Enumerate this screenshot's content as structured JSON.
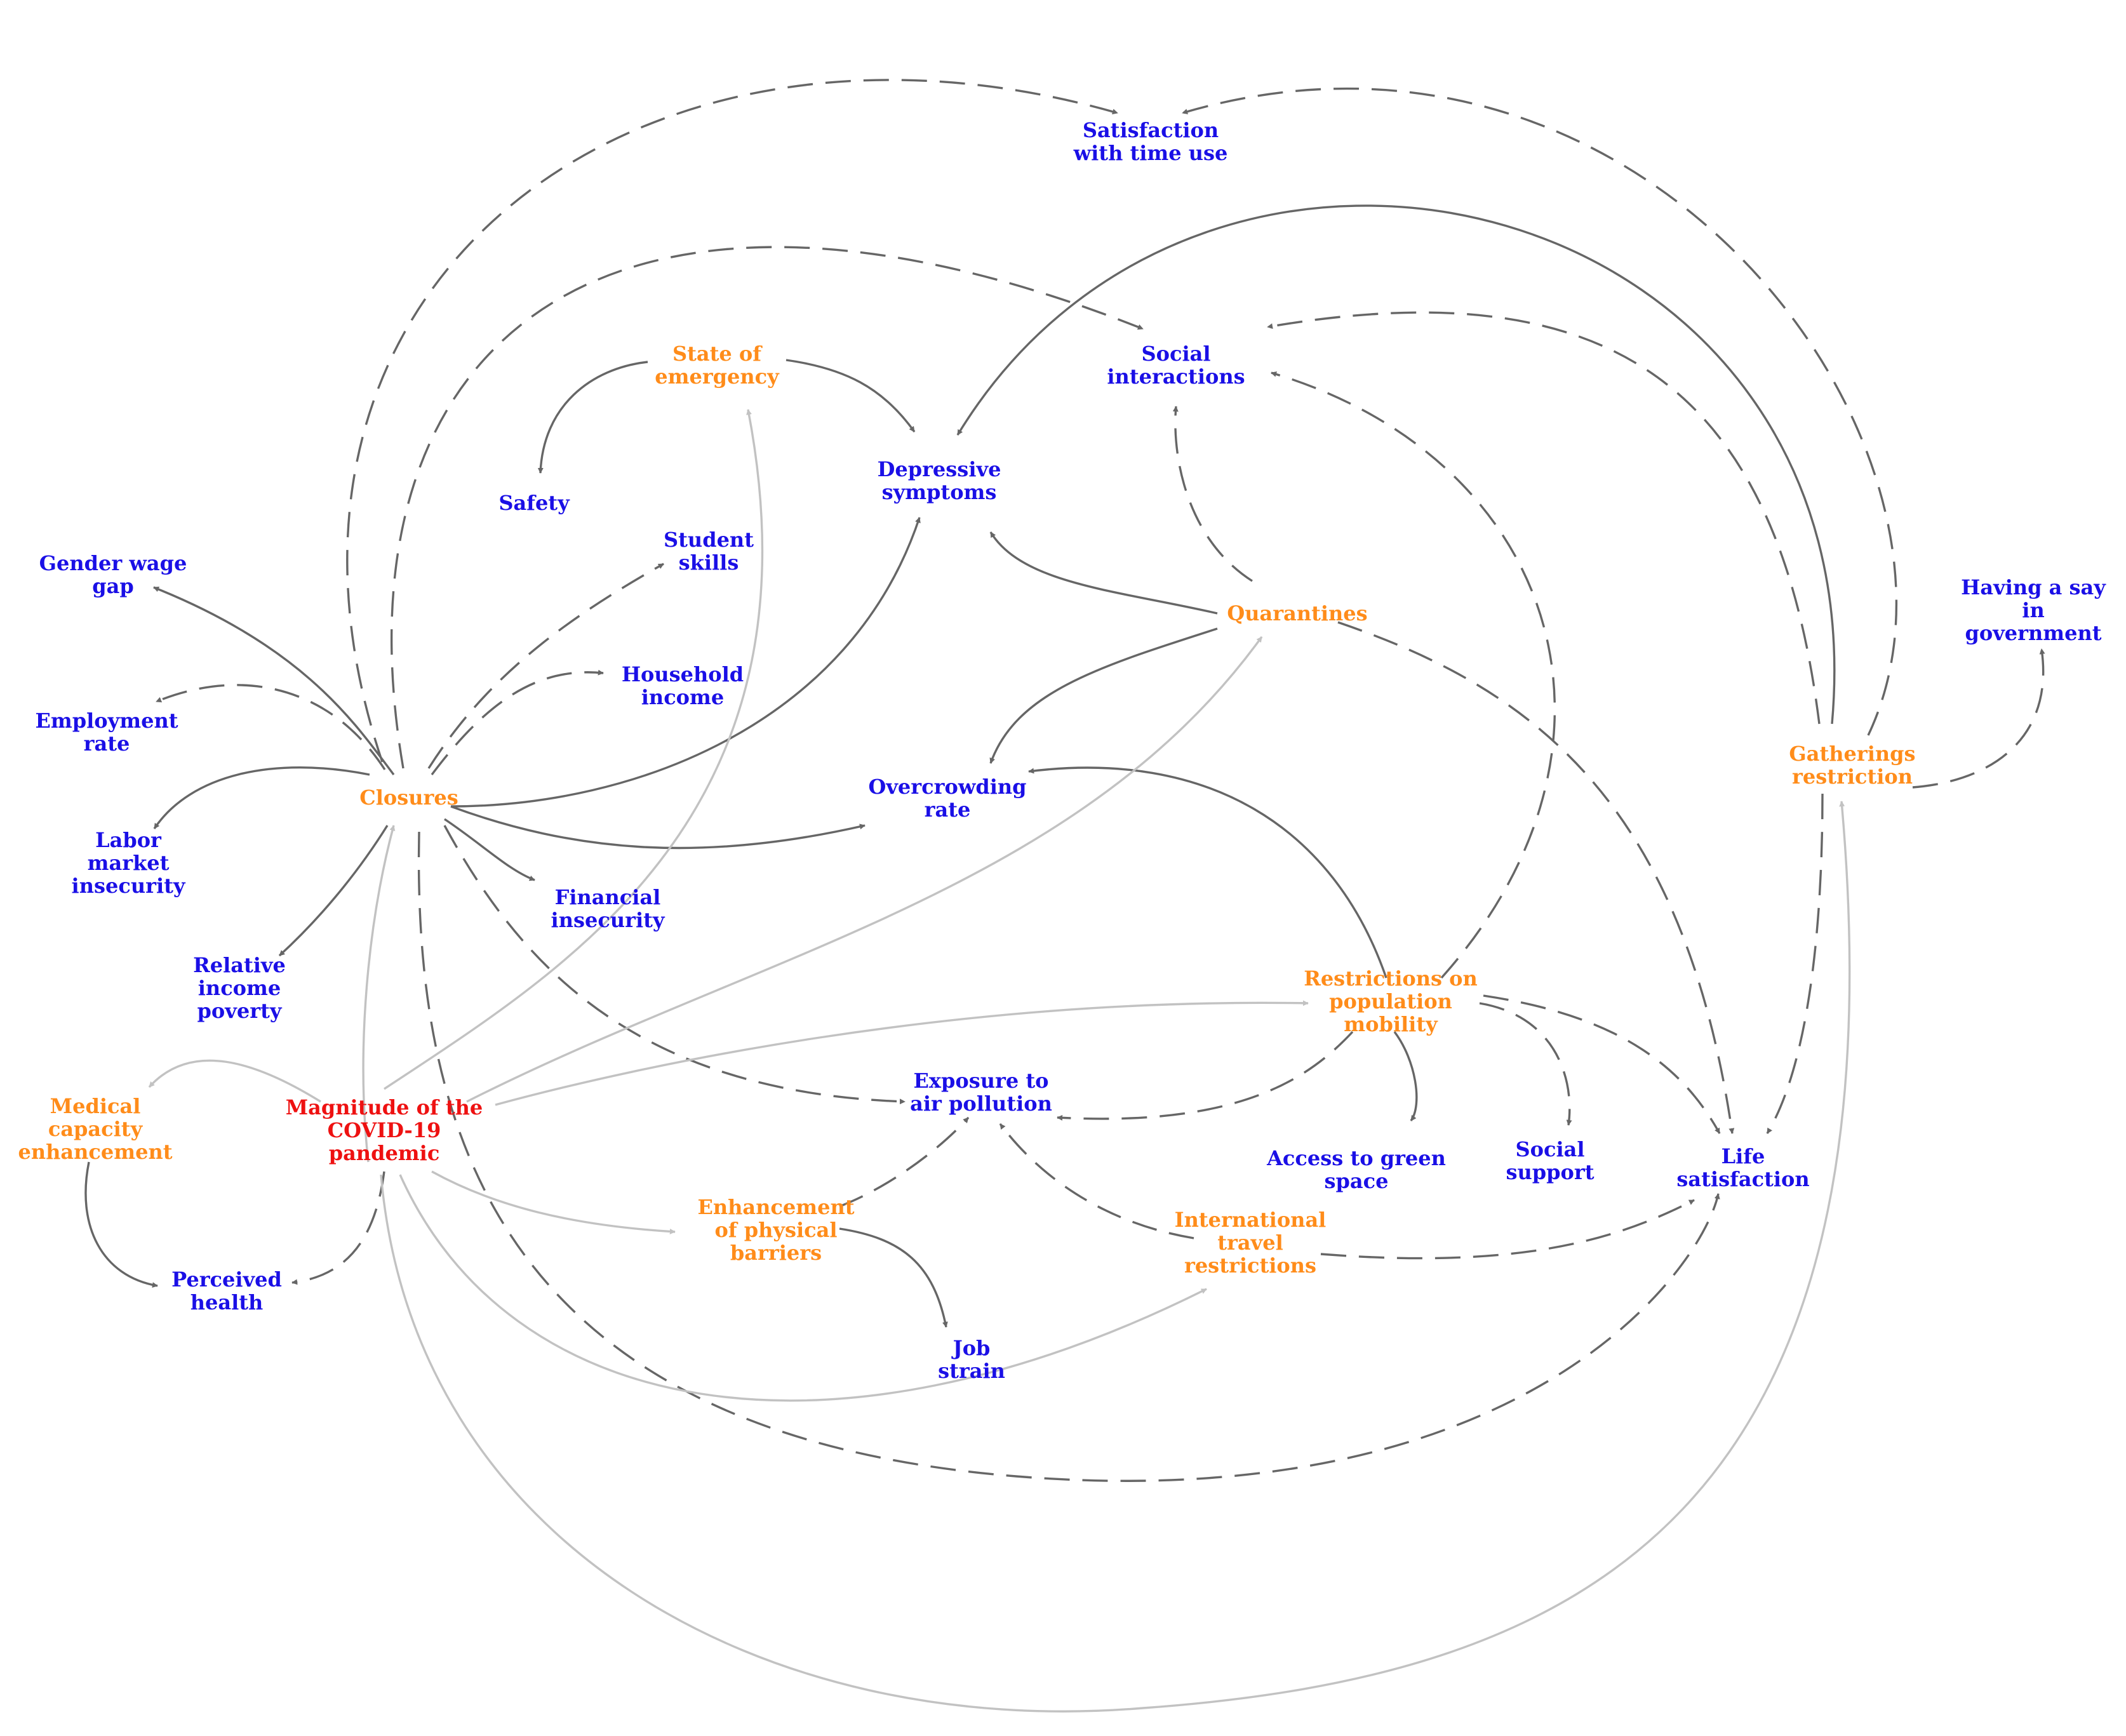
{
  "colors": {
    "policy": "#ff8c1a",
    "outcome": "#1a0fe6",
    "source": "#ee1111",
    "edge_dark": "#666666",
    "edge_light": "#c2c2c2"
  },
  "nodes": [
    {
      "id": "satisfaction_time",
      "kind": "outcome",
      "lines": [
        "Satisfaction",
        "with time use"
      ]
    },
    {
      "id": "state_emergency",
      "kind": "policy",
      "lines": [
        "State of",
        "emergency"
      ]
    },
    {
      "id": "social_interactions",
      "kind": "outcome",
      "lines": [
        "Social",
        "interactions"
      ]
    },
    {
      "id": "depressive",
      "kind": "outcome",
      "lines": [
        "Depressive",
        "symptoms"
      ]
    },
    {
      "id": "safety",
      "kind": "outcome",
      "lines": [
        "Safety"
      ]
    },
    {
      "id": "student_skills",
      "kind": "outcome",
      "lines": [
        "Student",
        "skills"
      ]
    },
    {
      "id": "gender_gap",
      "kind": "outcome",
      "lines": [
        "Gender wage",
        "gap"
      ]
    },
    {
      "id": "quarantines",
      "kind": "policy",
      "lines": [
        "Quarantines"
      ]
    },
    {
      "id": "having_say",
      "kind": "outcome",
      "lines": [
        "Having a say",
        "in",
        "government"
      ]
    },
    {
      "id": "household_income",
      "kind": "outcome",
      "lines": [
        "Household",
        "income"
      ]
    },
    {
      "id": "employment",
      "kind": "outcome",
      "lines": [
        "Employment",
        "rate"
      ]
    },
    {
      "id": "gatherings",
      "kind": "policy",
      "lines": [
        "Gatherings",
        "restriction"
      ]
    },
    {
      "id": "closures",
      "kind": "policy",
      "lines": [
        "Closures"
      ]
    },
    {
      "id": "overcrowding",
      "kind": "outcome",
      "lines": [
        "Overcrowding",
        "rate"
      ]
    },
    {
      "id": "labor",
      "kind": "outcome",
      "lines": [
        "Labor",
        "market",
        "insecurity"
      ]
    },
    {
      "id": "financial",
      "kind": "outcome",
      "lines": [
        "Financial",
        "insecurity"
      ]
    },
    {
      "id": "relative_income",
      "kind": "outcome",
      "lines": [
        "Relative",
        "income",
        "poverty"
      ]
    },
    {
      "id": "restrictions_mobility",
      "kind": "policy",
      "lines": [
        "Restrictions on",
        "population",
        "mobility"
      ]
    },
    {
      "id": "medical",
      "kind": "policy",
      "lines": [
        "Medical",
        "capacity",
        "enhancement"
      ]
    },
    {
      "id": "magnitude",
      "kind": "source",
      "lines": [
        "Magnitude of the",
        "COVID-19",
        "pandemic"
      ]
    },
    {
      "id": "exposure",
      "kind": "outcome",
      "lines": [
        "Exposure to",
        "air pollution"
      ]
    },
    {
      "id": "green_space",
      "kind": "outcome",
      "lines": [
        "Access to green",
        "space"
      ]
    },
    {
      "id": "social_support",
      "kind": "outcome",
      "lines": [
        "Social",
        "support"
      ]
    },
    {
      "id": "life_satisfaction",
      "kind": "outcome",
      "lines": [
        "Life",
        "satisfaction"
      ]
    },
    {
      "id": "physical_barriers",
      "kind": "policy",
      "lines": [
        "Enhancement",
        "of physical",
        "barriers"
      ]
    },
    {
      "id": "international",
      "kind": "policy",
      "lines": [
        "International",
        "travel",
        "restrictions"
      ]
    },
    {
      "id": "perceived_health",
      "kind": "outcome",
      "lines": [
        "Perceived",
        "health"
      ]
    },
    {
      "id": "job_strain",
      "kind": "outcome",
      "lines": [
        "Job",
        "strain"
      ]
    }
  ],
  "edges": [
    {
      "from": "closures",
      "to": "satisfaction_time",
      "tone": "dark",
      "style": "dashed"
    },
    {
      "from": "gatherings",
      "to": "satisfaction_time",
      "tone": "dark",
      "style": "dashed"
    },
    {
      "from": "closures",
      "to": "social_interactions",
      "tone": "dark",
      "style": "dashed"
    },
    {
      "from": "gatherings",
      "to": "depressive",
      "tone": "dark",
      "style": "solid"
    },
    {
      "from": "gatherings",
      "to": "social_interactions",
      "tone": "dark",
      "style": "dashed"
    },
    {
      "from": "restrictions_mobility",
      "to": "social_interactions",
      "tone": "dark",
      "style": "dashed"
    },
    {
      "from": "quarantines",
      "to": "social_interactions",
      "tone": "dark",
      "style": "dashed"
    },
    {
      "from": "state_emergency",
      "to": "safety",
      "tone": "dark",
      "style": "solid"
    },
    {
      "from": "state_emergency",
      "to": "depressive",
      "tone": "dark",
      "style": "solid"
    },
    {
      "from": "quarantines",
      "to": "depressive",
      "tone": "dark",
      "style": "solid"
    },
    {
      "from": "quarantines",
      "to": "overcrowding",
      "tone": "dark",
      "style": "solid"
    },
    {
      "from": "quarantines",
      "to": "life_satisfaction",
      "tone": "dark",
      "style": "dashed"
    },
    {
      "from": "closures",
      "to": "gender_gap",
      "tone": "dark",
      "style": "solid"
    },
    {
      "from": "closures",
      "to": "employment",
      "tone": "dark",
      "style": "dashed"
    },
    {
      "from": "closures",
      "to": "labor",
      "tone": "dark",
      "style": "solid"
    },
    {
      "from": "closures",
      "to": "relative_income",
      "tone": "dark",
      "style": "solid"
    },
    {
      "from": "closures",
      "to": "student_skills",
      "tone": "dark",
      "style": "dashed"
    },
    {
      "from": "closures",
      "to": "household_income",
      "tone": "dark",
      "style": "dashed"
    },
    {
      "from": "closures",
      "to": "depressive",
      "tone": "dark",
      "style": "solid"
    },
    {
      "from": "closures",
      "to": "overcrowding",
      "tone": "dark",
      "style": "solid"
    },
    {
      "from": "closures",
      "to": "financial",
      "tone": "dark",
      "style": "solid"
    },
    {
      "from": "closures",
      "to": "exposure",
      "tone": "dark",
      "style": "dashed"
    },
    {
      "from": "closures",
      "to": "life_satisfaction",
      "tone": "dark",
      "style": "dashed"
    },
    {
      "from": "restrictions_mobility",
      "to": "overcrowding",
      "tone": "dark",
      "style": "solid"
    },
    {
      "from": "restrictions_mobility",
      "to": "exposure",
      "tone": "dark",
      "style": "dashed"
    },
    {
      "from": "restrictions_mobility",
      "to": "green_space",
      "tone": "dark",
      "style": "solid"
    },
    {
      "from": "restrictions_mobility",
      "to": "social_support",
      "tone": "dark",
      "style": "dashed"
    },
    {
      "from": "restrictions_mobility",
      "to": "life_satisfaction",
      "tone": "dark",
      "style": "dashed"
    },
    {
      "from": "gatherings",
      "to": "having_say",
      "tone": "dark",
      "style": "dashed"
    },
    {
      "from": "gatherings",
      "to": "life_satisfaction",
      "tone": "dark",
      "style": "dashed"
    },
    {
      "from": "physical_barriers",
      "to": "exposure",
      "tone": "dark",
      "style": "dashed"
    },
    {
      "from": "physical_barriers",
      "to": "job_strain",
      "tone": "dark",
      "style": "solid"
    },
    {
      "from": "international",
      "to": "exposure",
      "tone": "dark",
      "style": "dashed"
    },
    {
      "from": "international",
      "to": "life_satisfaction",
      "tone": "dark",
      "style": "dashed"
    },
    {
      "from": "medical",
      "to": "perceived_health",
      "tone": "dark",
      "style": "solid"
    },
    {
      "from": "magnitude",
      "to": "perceived_health",
      "tone": "dark",
      "style": "dashed"
    },
    {
      "from": "magnitude",
      "to": "medical",
      "tone": "light",
      "style": "solid"
    },
    {
      "from": "magnitude",
      "to": "closures",
      "tone": "light",
      "style": "solid"
    },
    {
      "from": "magnitude",
      "to": "state_emergency",
      "tone": "light",
      "style": "solid"
    },
    {
      "from": "magnitude",
      "to": "quarantines",
      "tone": "light",
      "style": "solid"
    },
    {
      "from": "magnitude",
      "to": "restrictions_mobility",
      "tone": "light",
      "style": "solid"
    },
    {
      "from": "magnitude",
      "to": "physical_barriers",
      "tone": "light",
      "style": "solid"
    },
    {
      "from": "magnitude",
      "to": "international",
      "tone": "light",
      "style": "solid"
    },
    {
      "from": "magnitude",
      "to": "gatherings",
      "tone": "light",
      "style": "solid"
    }
  ]
}
